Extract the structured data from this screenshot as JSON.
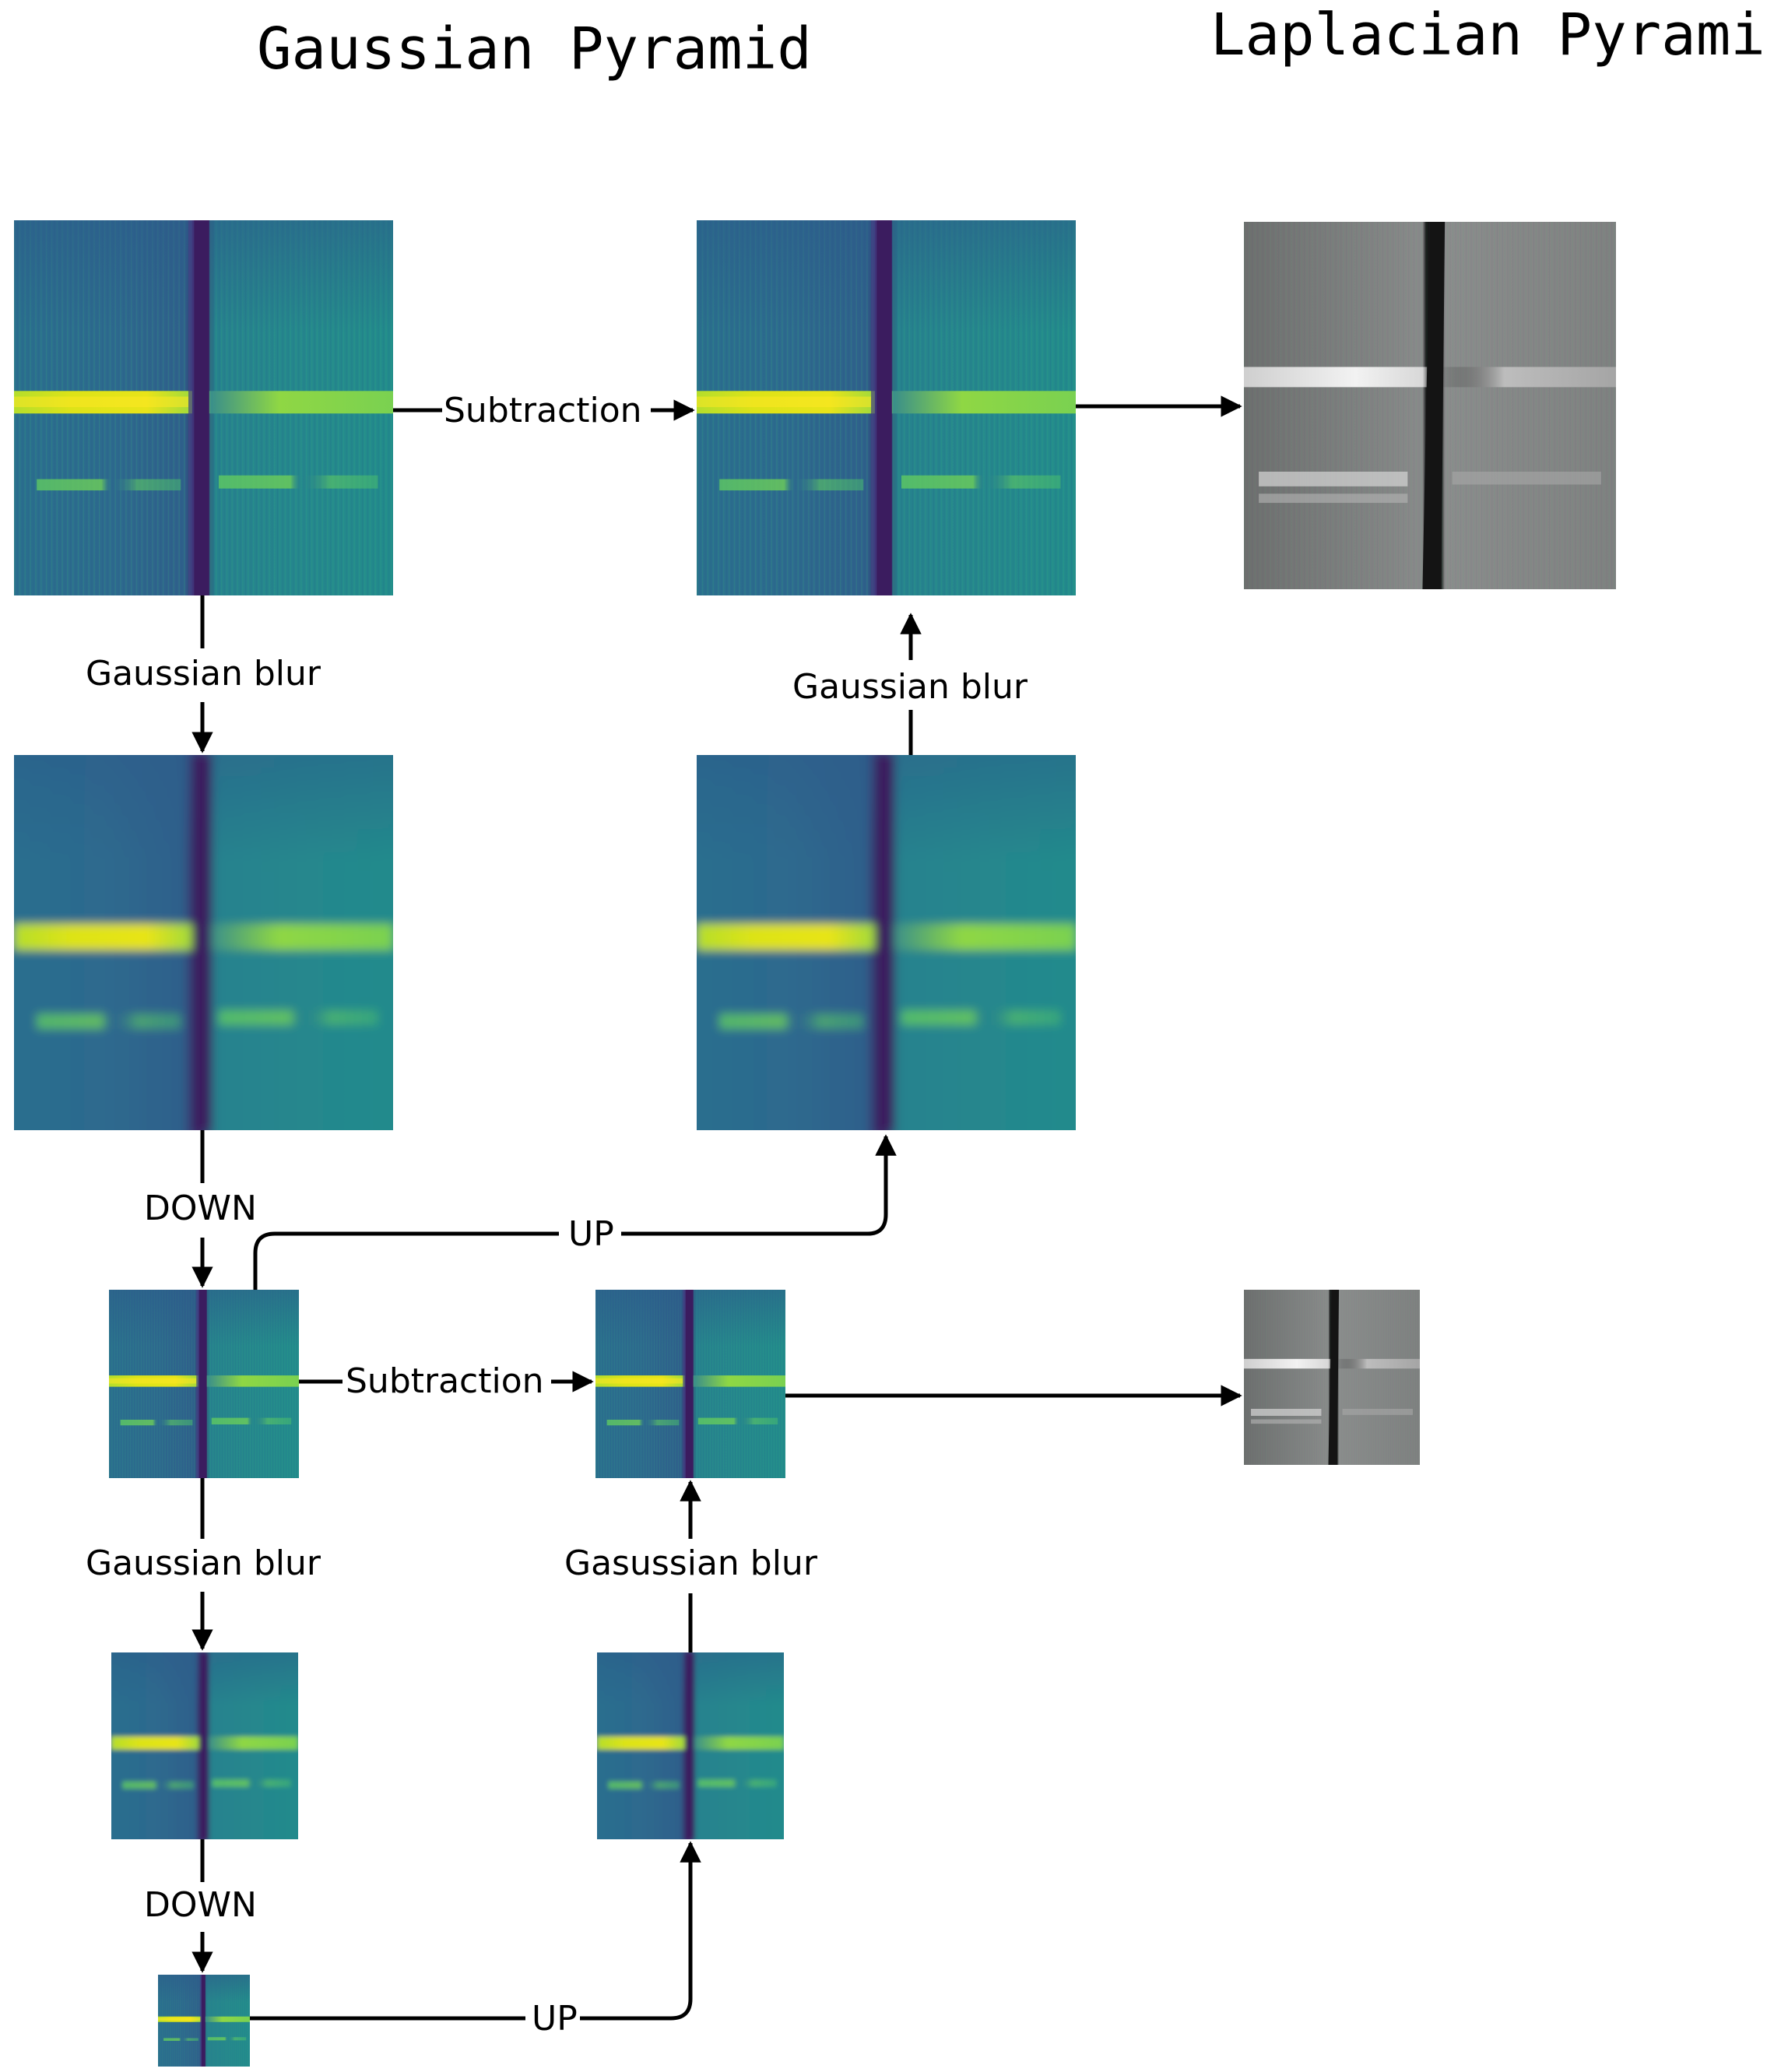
{
  "headings": {
    "gaussian": "Gaussian Pyramid",
    "laplacian": "Laplacian Pyramid"
  },
  "labels": {
    "subtraction_top": "Subtraction",
    "gaussian_blur_top_left": "Gaussian blur",
    "gaussian_blur_top_right": "Gaussian blur",
    "down_1": "DOWN",
    "up_1": "UP",
    "subtraction_mid": "Subtraction",
    "gaussian_blur_mid_left": "Gaussian blur",
    "gaussian_blur_mid_right": "Gasussian blur",
    "down_2": "DOWN",
    "up_2": "UP"
  },
  "colors": {
    "viridis_dark": "#3a1a5e",
    "viridis_blue": "#31648d",
    "viridis_teal": "#21918c",
    "viridis_green": "#5ec962",
    "viridis_yellow": "#fde725",
    "laplacian_gray": "#808080",
    "laplacian_dark": "#1a1a1a",
    "laplacian_light": "#e6e6e6"
  }
}
